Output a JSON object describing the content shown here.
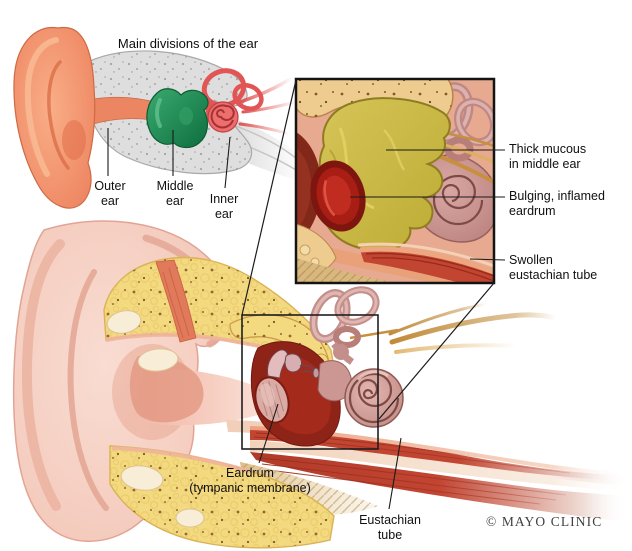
{
  "title": "Main divisions of the ear",
  "small_ear": {
    "outer": "Outer ear",
    "middle": "Middle ear",
    "inner": "Inner ear"
  },
  "inset": {
    "thick_mucous": {
      "line1": "Thick mucous",
      "line2": "in middle ear"
    },
    "bulging": {
      "line1": "Bulging, inflamed",
      "line2": "eardrum"
    },
    "swollen": {
      "line1": "Swollen",
      "line2": "eustachian tube"
    }
  },
  "main_ear": {
    "eardrum": {
      "line1": "Eardrum",
      "line2": "(tympanic membrane)"
    },
    "eustachian": {
      "line1": "Eustachian",
      "line2": "tube"
    }
  },
  "copyright": "© MAYO CLINIC",
  "colors": {
    "outer_ear_skin": "#f2c8ba",
    "small_pinna_coral": "#ec8562",
    "middle_ear_green": "#178a4e",
    "inner_ear_red": "#e25555",
    "bone_yellow": "#f3d97f",
    "mucous_yellow": "#ccba3e",
    "inflamed_eardrum_red": "#a81d14",
    "eustachian_tube_red": "#c24532"
  }
}
